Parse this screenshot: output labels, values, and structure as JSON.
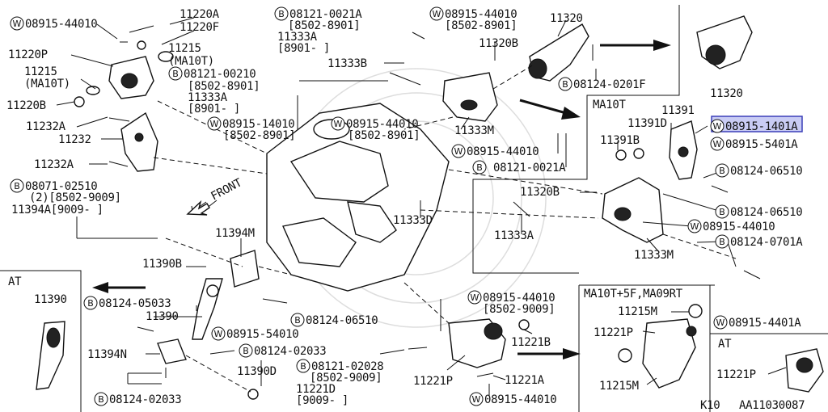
{
  "diagram": {
    "figure_code": "AA11030087",
    "page_code": "K10",
    "labels": {
      "w_08915_44010_tl": "08915-44010",
      "p_11220A": "11220A",
      "p_11220F": "11220F",
      "p_11220P": "11220P",
      "p_11215_a": "11215",
      "p_11215_a_note": "(MA10T)",
      "p_11215_b": "11215",
      "p_11215_b_note": "(MA10T)",
      "p_11220B": "11220B",
      "b_08121_00210": "08121-00210",
      "b_08121_00210_note": "[8502-8901]",
      "p_11333A_l": "11333A",
      "p_11333A_l_note": "[8901-     ]",
      "p_11232A_t": "11232A",
      "p_11232": "11232",
      "p_11232A_b": "11232A",
      "b_08071_02510": "08071-02510",
      "b_08071_note": "(2)[8502-9009]",
      "p_11394A": "11394A[9009-     ]",
      "b_08121_0021A_t": "08121-0021A",
      "b_08121_0021A_t_note": "[8502-8901]",
      "p_11333A_t": "11333A",
      "p_11333A_t_note": "[8901-     ]",
      "p_11333B": "11333B",
      "w_08915_44010_tc": "08915-44010",
      "w_08915_44010_tc_note": "[8502-8901]",
      "p_11320": "11320",
      "p_11320B_t": "11320B",
      "b_08124_0201F": "08124-0201F",
      "p_11320_r": "11320",
      "ma10t": "MA10T",
      "w_08915_14010": "08915-14010",
      "w_08915_14010_note": "[8502-8901]",
      "w_08915_44010_c": "08915-44010",
      "w_08915_44010_c_note": "[8502-8901]",
      "p_11333M_c": "11333M",
      "w_08915_44010_c2": "08915-44010",
      "b_08121_0021A_c": "08121-0021A",
      "p_11391": "11391",
      "p_11391D": "11391D",
      "p_11391B": "11391B",
      "w_08915_1401A": "08915-1401A",
      "w_08915_5401A": "08915-5401A",
      "b_08124_06510_a": "08124-06510",
      "b_08124_06510_b": "08124-06510",
      "p_11320B_r": "11320B",
      "w_08915_44010_r": "08915-44010",
      "b_08124_0701A": "08124-0701A",
      "p_11333A_r": "11333A",
      "p_11333M_r": "11333M",
      "front": "FRONT",
      "p_11333D": "11333D",
      "p_11394M": "11394M",
      "p_11390B": "11390B",
      "at_l": "AT",
      "p_11390_at": "11390",
      "b_08124_05033": "08124-05033",
      "p_11390": "11390",
      "b_08124_06510_c": "08124-06510",
      "w_08915_54010": "08915-54010",
      "p_11394N": "11394N",
      "b_08124_02033_a": "08124-02033",
      "p_11390D": "11390D",
      "b_08124_02033_b": "08124-02033",
      "w_08915_44010_b": "08915-44010",
      "w_08915_44010_b_note": "[8502-9009]",
      "p_11221B": "11221B",
      "b_08121_02028": "08121-02028",
      "b_08121_02028_note": "[8502-9009]",
      "p_11221D": "11221D",
      "p_11221D_note": "[9009-     ]",
      "p_11221P": "11221P",
      "p_11221A": "11221A",
      "w_08915_44010_bb": "08915-44010",
      "ma10t_5f": "MA10T+5F,MA09RT",
      "p_11215M_a": "11215M",
      "p_11221P_b": "11221P",
      "p_11215M_b": "11215M",
      "w_08915_4401A": "08915-4401A",
      "at_r": "AT",
      "p_11221P_at": "11221P"
    },
    "symbols": {
      "washer": "W",
      "bolt": "B"
    }
  }
}
